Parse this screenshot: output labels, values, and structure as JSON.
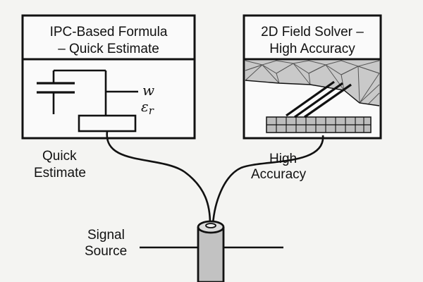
{
  "colors": {
    "background": "#f4f4f2",
    "stroke": "#111111",
    "mesh_fill": "#c9c9c9",
    "mesh_line": "#555555",
    "cylinder_fill": "#c2c2c2",
    "band_fill": "#bdbdbd"
  },
  "left_panel": {
    "title_line1": "IPC-Based Formula",
    "title_line2": "– Quick Estimate",
    "symbol_w": "w",
    "symbol_er": "εr",
    "icon": "capacitor-trace-icon"
  },
  "right_panel": {
    "title_line1": "2D Field Solver –",
    "title_line2": "High Accuracy",
    "icon": "field-mesh-icon"
  },
  "labels": {
    "quick_line1": "Quick",
    "quick_line2": "Estimate",
    "high_line1": "High",
    "high_line2": "Accuracy",
    "signal_line1": "Signal",
    "signal_line2": "Source"
  },
  "source": {
    "icon": "cylinder-probe-icon"
  }
}
